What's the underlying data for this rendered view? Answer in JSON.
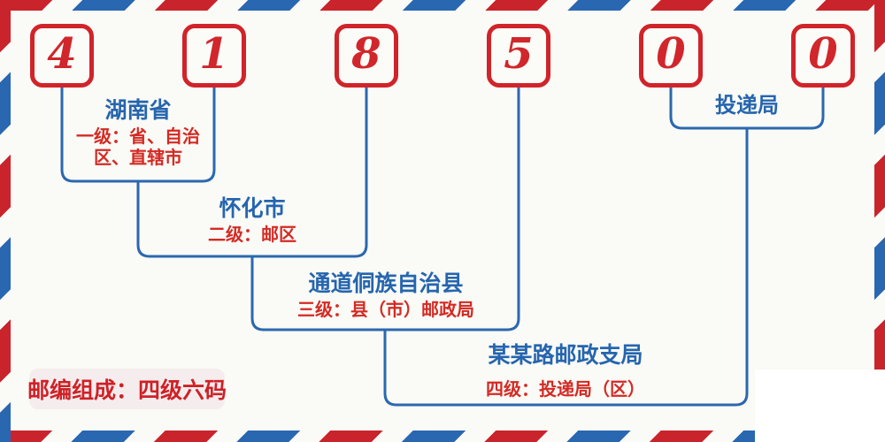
{
  "postal_code": {
    "digits": [
      "4",
      "1",
      "8",
      "5",
      "0",
      "0"
    ]
  },
  "levels": [
    {
      "place": "湖南省",
      "desc": "一级：省、自治区、直辖市"
    },
    {
      "place": "怀化市",
      "desc": "二级：邮区"
    },
    {
      "place": "通道侗族自治县",
      "desc": "三级：县（市）邮政局"
    },
    {
      "place": "某某路邮政支局",
      "desc": "四级：投递局（区）"
    }
  ],
  "delivery_office_label": "投递局",
  "badge_text": "邮编组成：四级六码",
  "colors": {
    "red": "#d0242a",
    "blue": "#2b68b0",
    "text_blue": "#2565ae",
    "text_red": "#d42a24",
    "background": "#fafaf6",
    "badge_background": "#f5eded",
    "stripe_red": "#c9242b",
    "stripe_blue": "#2a67b1"
  }
}
